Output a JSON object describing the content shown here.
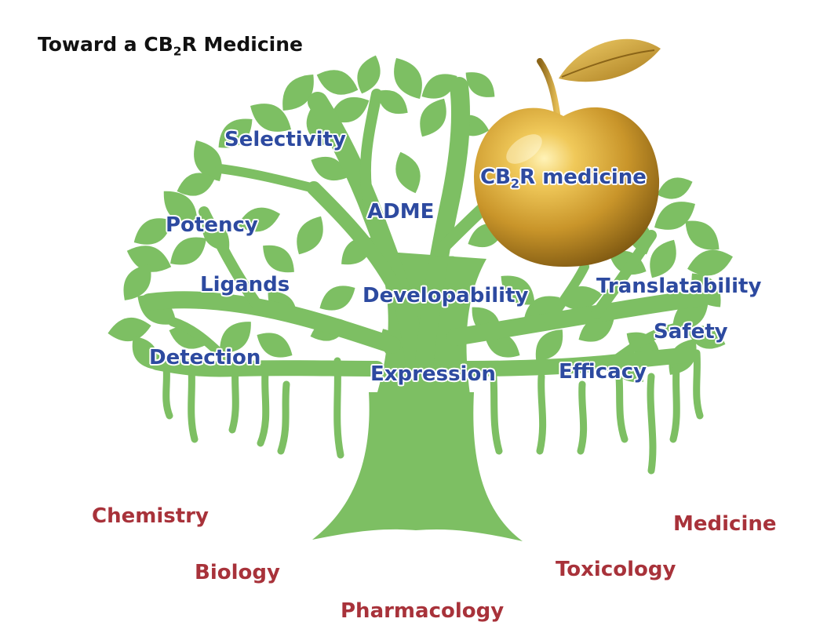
{
  "title": {
    "prefix": "Toward a CB",
    "sub": "2",
    "suffix": "R Medicine"
  },
  "apple": {
    "prefix": "CB",
    "sub": "2",
    "suffix": "R medicine"
  },
  "tree_labels": {
    "selectivity": "Selectivity",
    "potency": "Potency",
    "adme": "ADME",
    "ligands": "Ligands",
    "developability": "Developability",
    "translatability": "Translatability",
    "safety": "Safety",
    "detection": "Detection",
    "expression": "Expression",
    "efficacy": "Efficacy"
  },
  "disciplines": {
    "chemistry": "Chemistry",
    "biology": "Biology",
    "pharmacology": "Pharmacology",
    "toxicology": "Toxicology",
    "medicine": "Medicine"
  },
  "colors": {
    "tree_green": "#7dbf63",
    "label_blue": "#2d4aa0",
    "discipline_red": "#a8323a",
    "apple_gold": "#c99a2e"
  }
}
